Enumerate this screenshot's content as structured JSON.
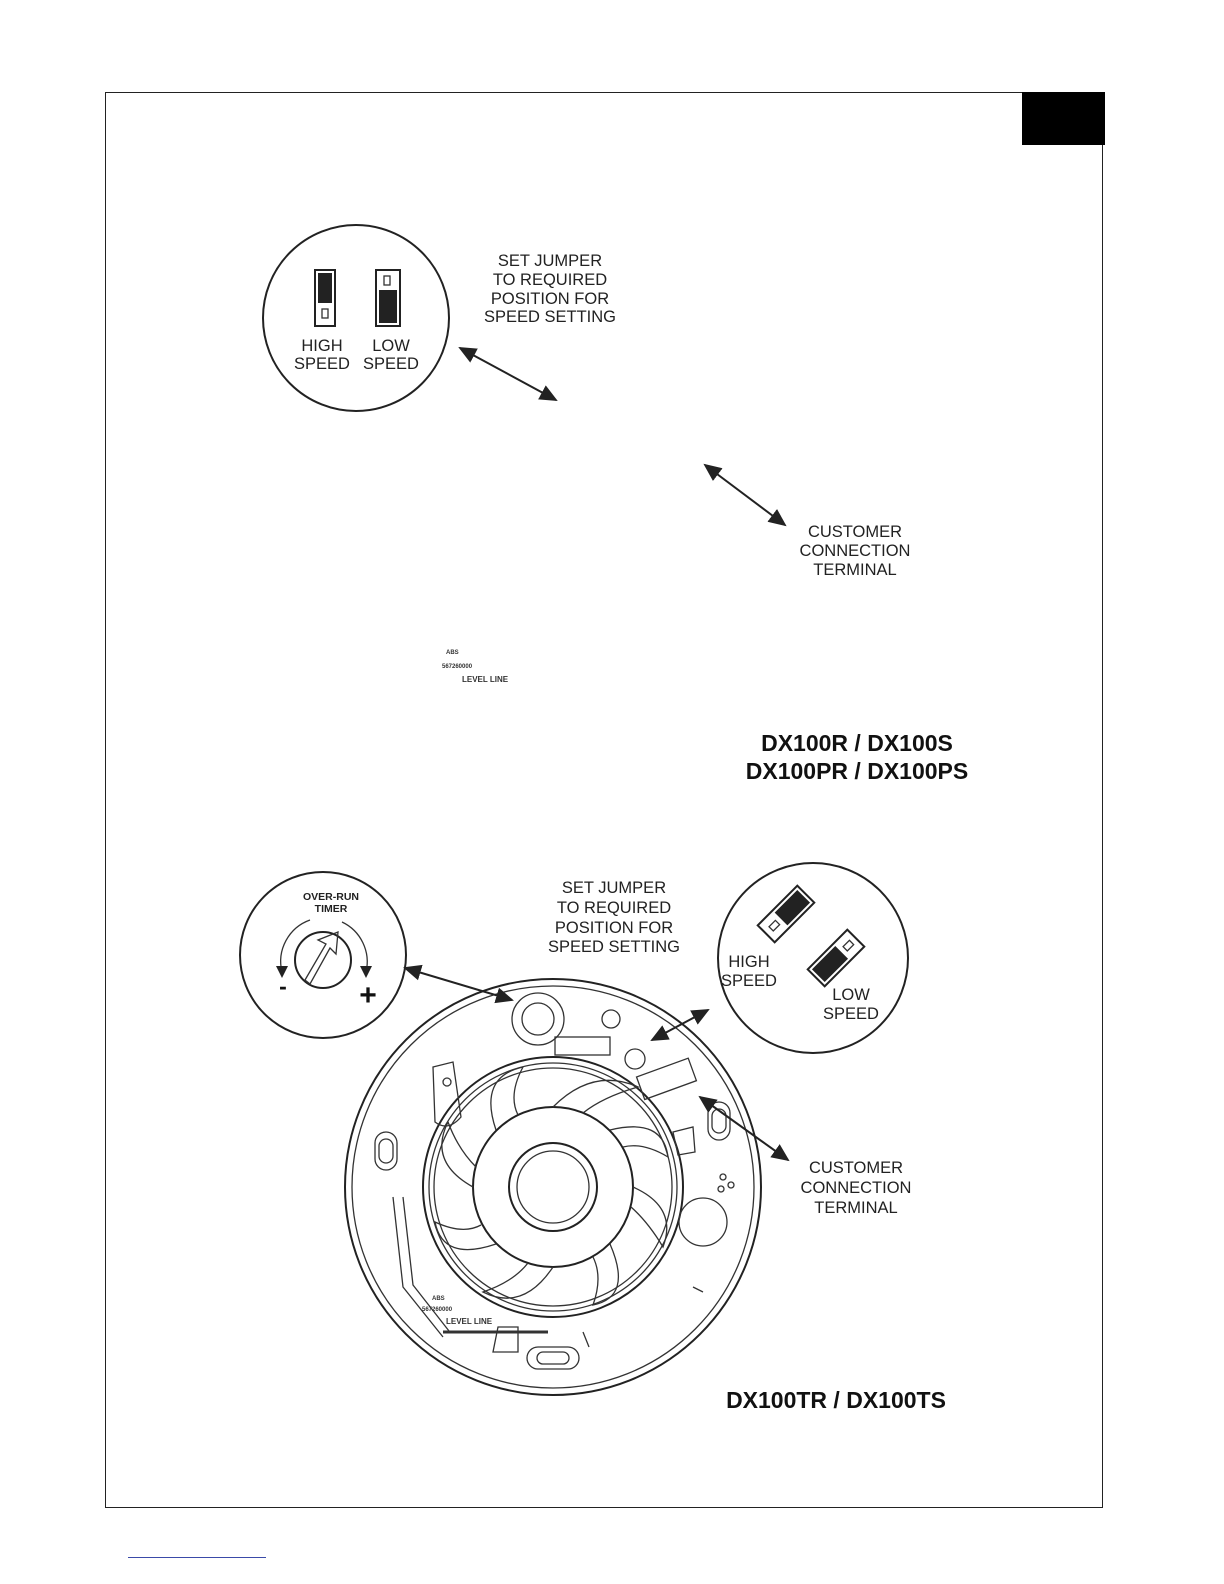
{
  "top_diagram": {
    "jumper_note": [
      "SET JUMPER",
      "TO REQUIRED",
      "POSITION FOR",
      "SPEED SETTING"
    ],
    "high_speed": [
      "HIGH",
      "SPEED"
    ],
    "low_speed": [
      "LOW",
      "SPEED"
    ],
    "terminal": [
      "CUSTOMER",
      "CONNECTION",
      "TERMINAL"
    ],
    "level_line": "LEVEL LINE",
    "part_code": [
      "ABS",
      "567260000"
    ],
    "models": [
      "DX100R / DX100S",
      "DX100PR / DX100PS"
    ]
  },
  "bottom_diagram": {
    "timer_label": [
      "OVER-RUN",
      "TIMER"
    ],
    "minus": "-",
    "plus": "+",
    "jumper_note": [
      "SET JUMPER",
      "TO REQUIRED",
      "POSITION FOR",
      "SPEED SETTING"
    ],
    "high_speed": [
      "HIGH",
      "SPEED"
    ],
    "low_speed": [
      "LOW",
      "SPEED"
    ],
    "terminal": [
      "CUSTOMER",
      "CONNECTION",
      "TERMINAL"
    ],
    "level_line": "LEVEL LINE",
    "part_code": [
      "ABS",
      "567260000"
    ],
    "models": [
      "DX100TR / DX100TS"
    ]
  }
}
